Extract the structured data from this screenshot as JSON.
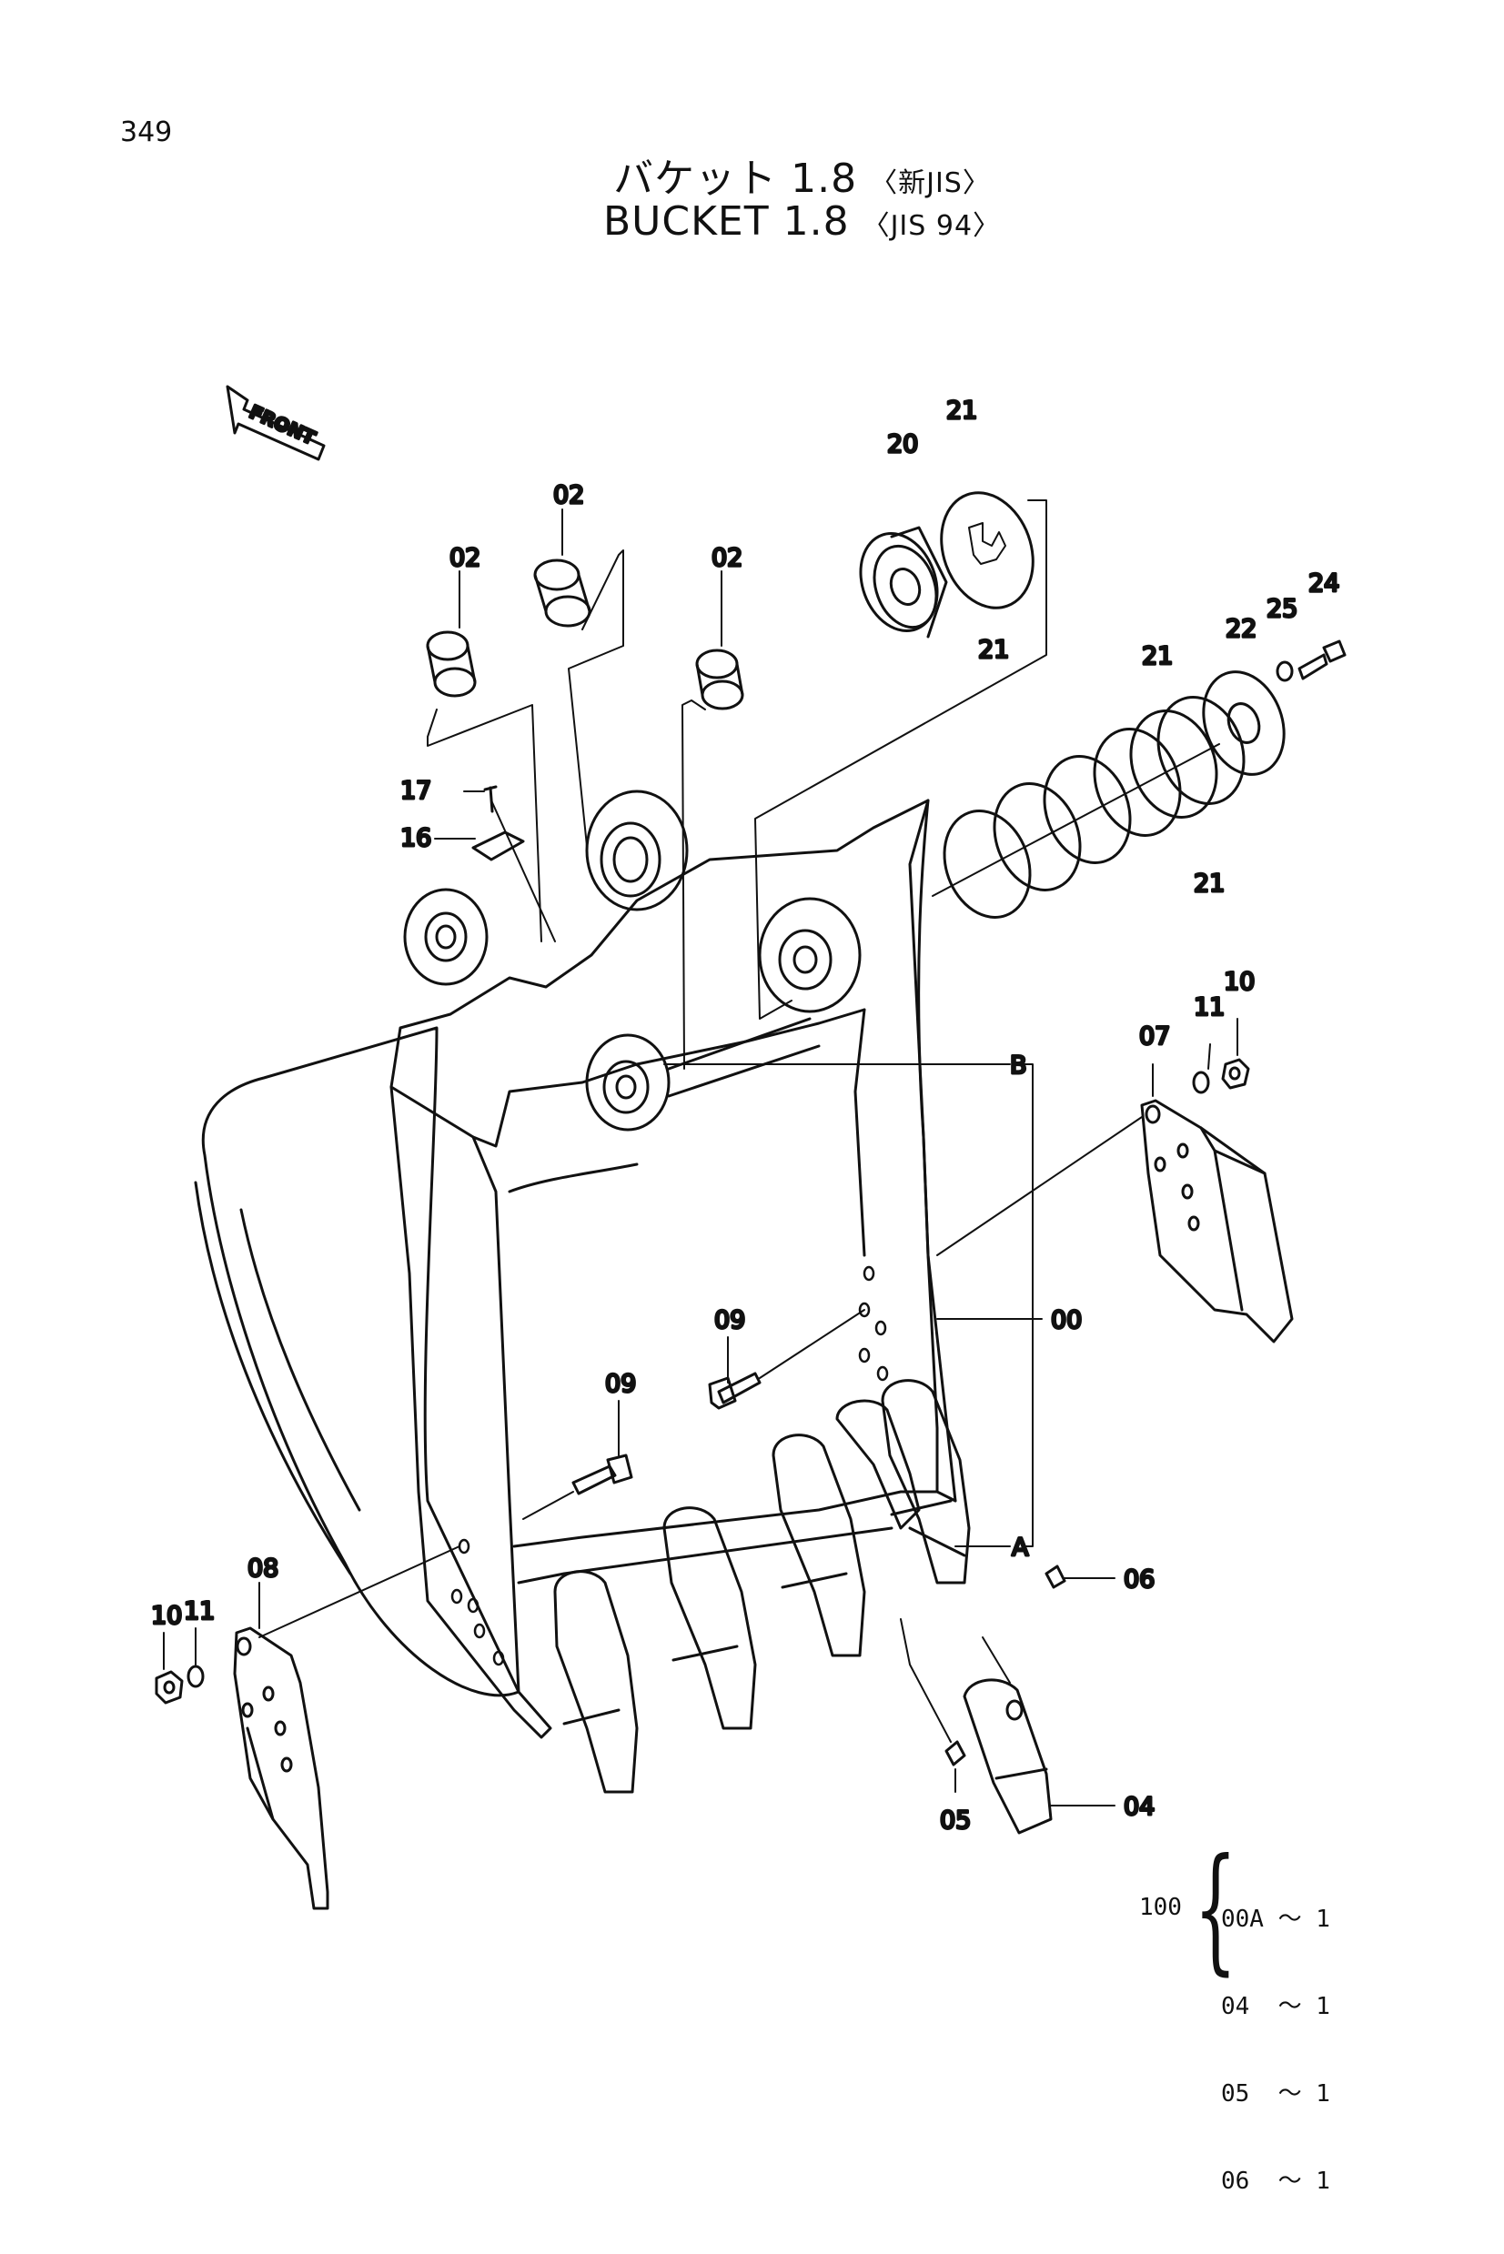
{
  "page_number": "349",
  "title": {
    "jp": "バケット 1.8",
    "jp_sub": "〈新JIS〉",
    "en": "BUCKET  1.8",
    "en_sub": "〈JIS 94〉"
  },
  "front_arrow_label": "FRONT",
  "part_labels": {
    "p02a": "02",
    "p02b": "02",
    "p02c": "02",
    "p20": "20",
    "p21a": "21",
    "p21b": "21",
    "p21c": "21",
    "p21d": "21",
    "p22": "22",
    "p25": "25",
    "p24": "24",
    "p17": "17",
    "p16": "16",
    "p07": "07",
    "p11a": "11",
    "p10a": "10",
    "pB": "B",
    "p00": "00",
    "pA": "A",
    "p09a": "09",
    "p09b": "09",
    "p06": "06",
    "p04": "04",
    "p05": "05",
    "p08": "08",
    "p11b": "11",
    "p10b": "10"
  },
  "kit": {
    "number": "100",
    "lines": [
      "00A ～ 1",
      "04  ～ 1",
      "05  ～ 1",
      "06  ～ 1"
    ]
  }
}
